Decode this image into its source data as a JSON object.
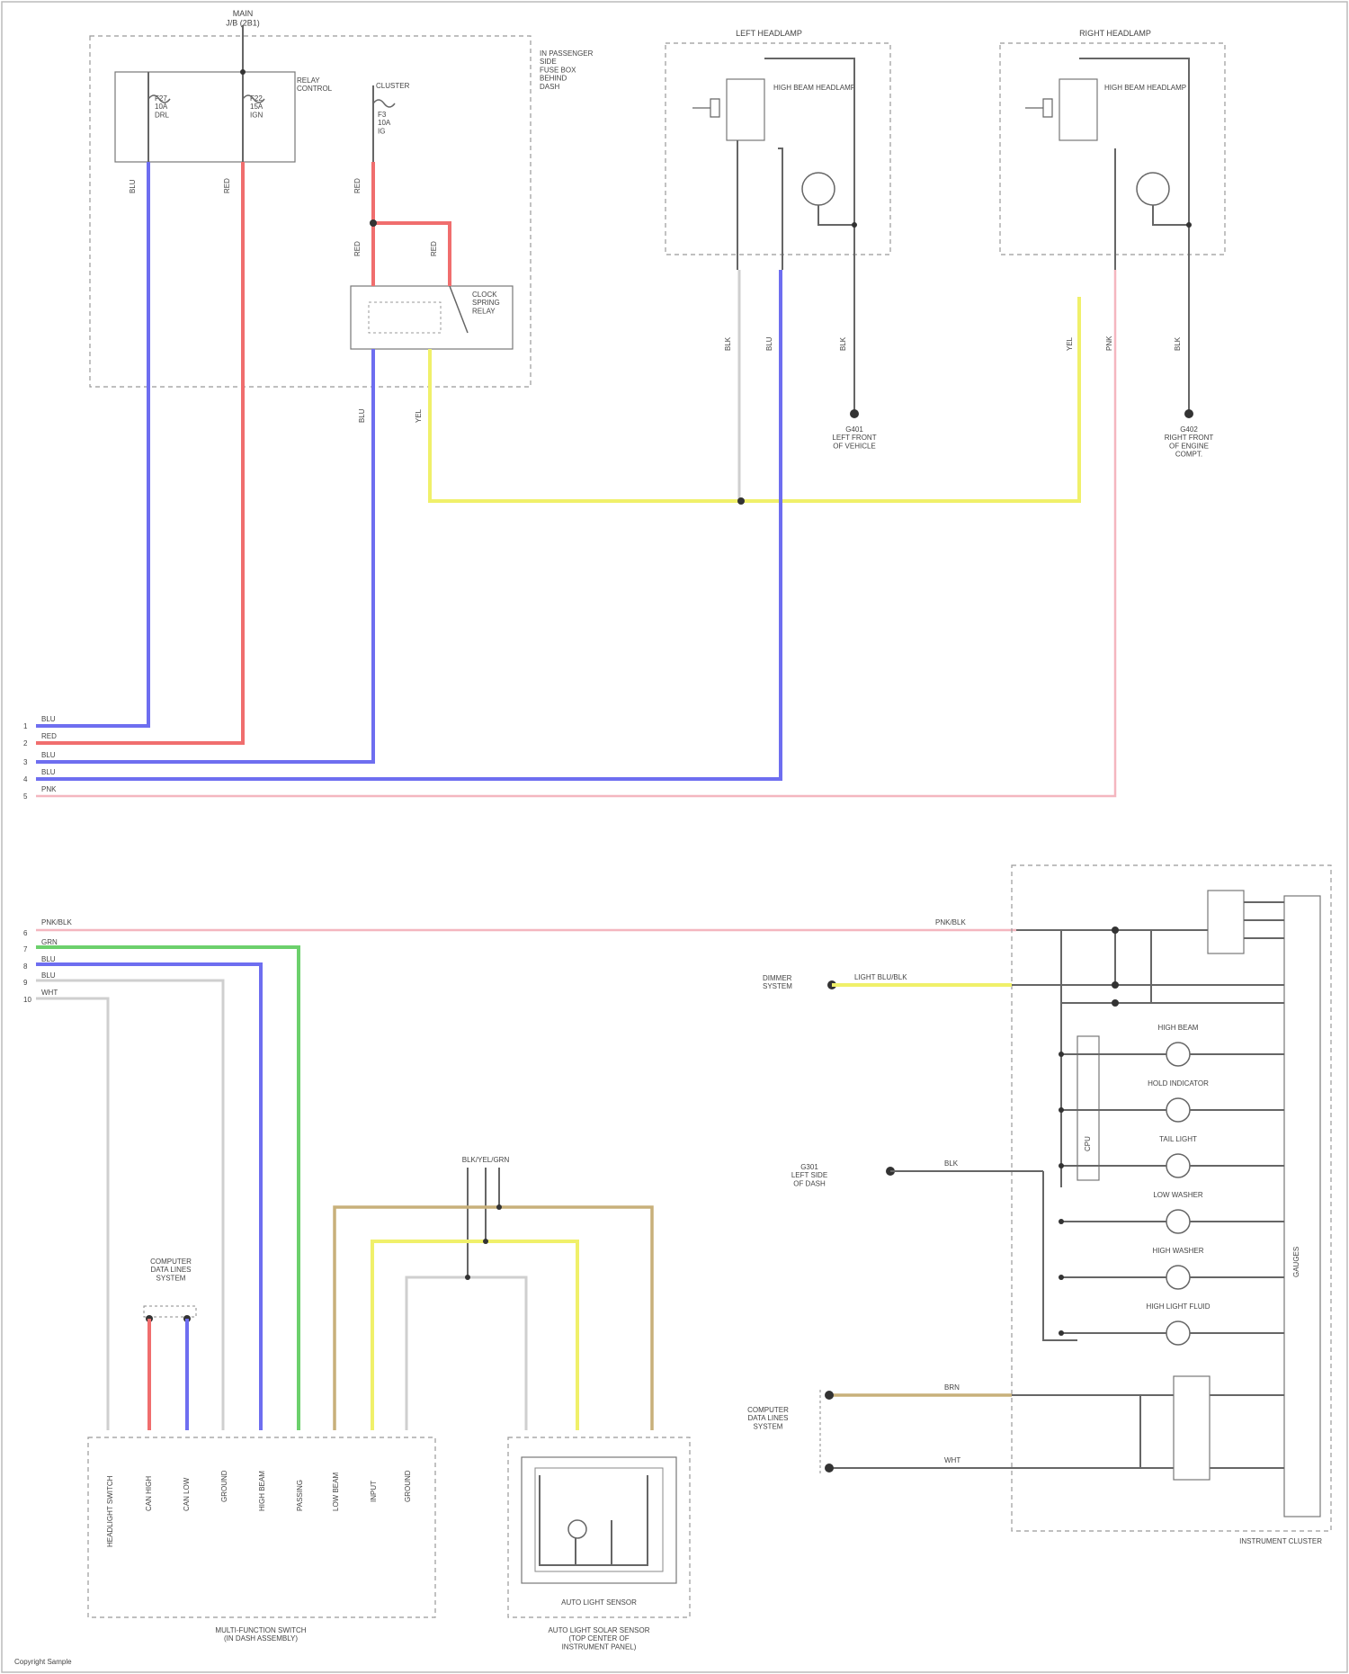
{
  "diagram": {
    "fuse_block": {
      "title": "MAIN\nJ/B (2B1)",
      "relay_block_label": "RELAY\nCONTROL",
      "fuse1": "F27\n10A\nDRL",
      "fuse2": "F22\n15A\nIGN",
      "cluster_label": "CLUSTER",
      "fuse3": "F3\n10A\nIG",
      "side_note": "IN PASSENGER\nSIDE\nFUSE BOX\nBEHIND\nDASH",
      "relay_label": "CLOCK\nSPRING\nRELAY"
    },
    "left_headlamp": {
      "title": "LEFT HEADLAMP",
      "bulb_label": "HIGH BEAM HEADLAMP",
      "ground": "G401\nLEFT FRONT\nOF VEHICLE"
    },
    "right_headlamp": {
      "title": "RIGHT HEADLAMP",
      "bulb_label": "HIGH BEAM HEADLAMP",
      "ground": "G402\nRIGHT FRONT\nOF ENGINE\nCOMPT."
    },
    "wire_labels": {
      "blu1": "BLU",
      "red1": "RED",
      "red2": "RED",
      "red3": "RED",
      "red4": "RED",
      "blu2": "BLU",
      "yel1": "YEL",
      "blk1": "BLK",
      "blu3": "BLU",
      "blk2": "BLK",
      "yel2": "YEL",
      "pnk1": "PNK",
      "blk3": "BLK"
    },
    "connector_pins_top": {
      "p1": "1",
      "p2": "2",
      "p3": "3",
      "p4": "4",
      "p5": "5",
      "w1": "BLU",
      "w2": "RED",
      "w3": "BLU",
      "w4": "BLU",
      "w5": "PNK"
    },
    "connector_pins_bottom": {
      "p6": "6",
      "p7": "7",
      "p8": "8",
      "p9": "9",
      "p10": "10",
      "w6": "PNK/BLK",
      "w7": "GRN",
      "w8": "BLU",
      "w9": "BLU",
      "w10": "WHT"
    },
    "cluster": {
      "title": "INSTRUMENT CLUSTER",
      "pink_label": "PNK/BLK",
      "yellow_label": "LIGHT BLU/BLK",
      "yellow_source": "DIMMER\nSYSTEM",
      "ground_source": "G301\nLEFT SIDE\nOF DASH",
      "ground_wire": "BLK",
      "indicators": [
        "HIGH BEAM",
        "HOLD INDICATOR",
        "TAIL LIGHT",
        "LOW WASHER",
        "HIGH WASHER",
        "HIGH LIGHT FLUID"
      ],
      "computer_source": "COMPUTER\nDATA LINES\nSYSTEM",
      "comp_wire1": "BRN",
      "comp_wire2": "WHT",
      "gauges_label": "GAUGES",
      "module_label": "CPU"
    },
    "bottom_left": {
      "computer_data": "COMPUTER\nDATA LINES\nSYSTEM",
      "junction_label": "BLK/YEL/GRN",
      "multi_function": "MULTI-FUNCTION SWITCH\n(IN DASH ASSEMBLY)",
      "pins": [
        "HEADLIGHT SWITCH",
        "CAN HIGH",
        "CAN LOW",
        "GROUND",
        "HIGH BEAM",
        "PASSING",
        "LOW BEAM",
        "INPUT",
        "GROUND"
      ],
      "sensor_title": "AUTO LIGHT SENSOR",
      "sensor_caption": "AUTO LIGHT SOLAR SENSOR\n(TOP CENTER OF\nINSTRUMENT PANEL)"
    },
    "footer": "Copyright Sample"
  }
}
